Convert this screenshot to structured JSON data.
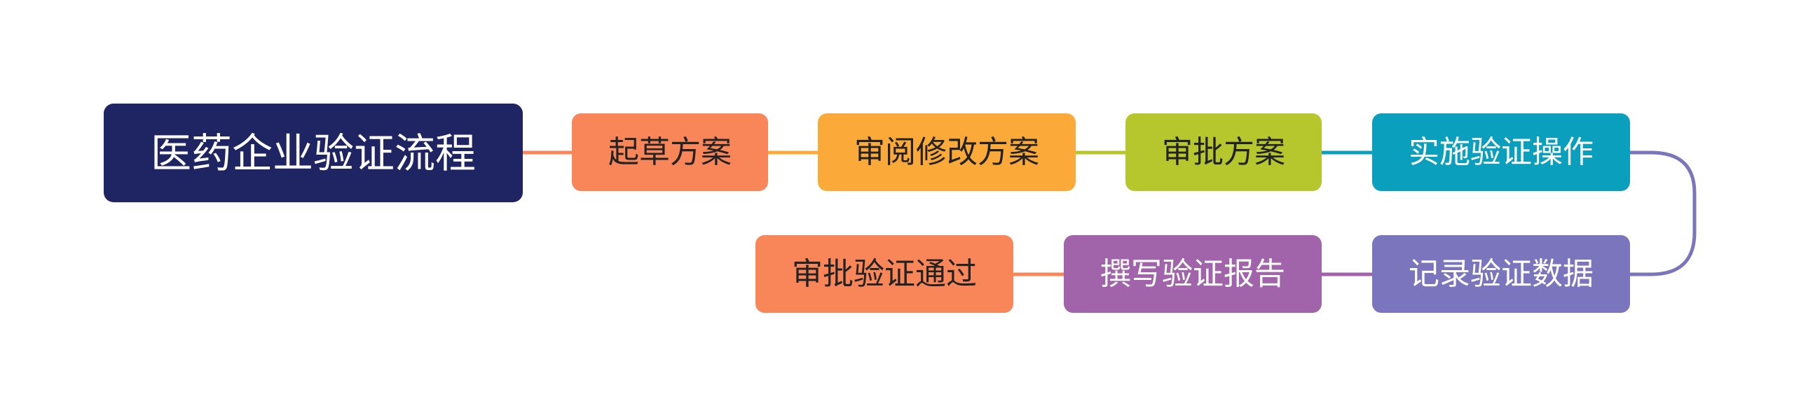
{
  "diagram": {
    "root": "医药企业验证流程",
    "steps": [
      {
        "label": "起草方案",
        "color": "#f88659",
        "text_color": "#222222"
      },
      {
        "label": "审阅修改方案",
        "color": "#fbaa3a",
        "text_color": "#222222"
      },
      {
        "label": "审批方案",
        "color": "#b6c72e",
        "text_color": "#222222"
      },
      {
        "label": "实施验证操作",
        "color": "#0aa0bd",
        "text_color": "#ffffff"
      },
      {
        "label": "记录验证数据",
        "color": "#7b75be",
        "text_color": "#ffffff"
      },
      {
        "label": "撰写验证报告",
        "color": "#a163aa",
        "text_color": "#ffffff"
      },
      {
        "label": "审批验证通过",
        "color": "#f88659",
        "text_color": "#222222"
      }
    ],
    "root_color": "#1f2562"
  }
}
